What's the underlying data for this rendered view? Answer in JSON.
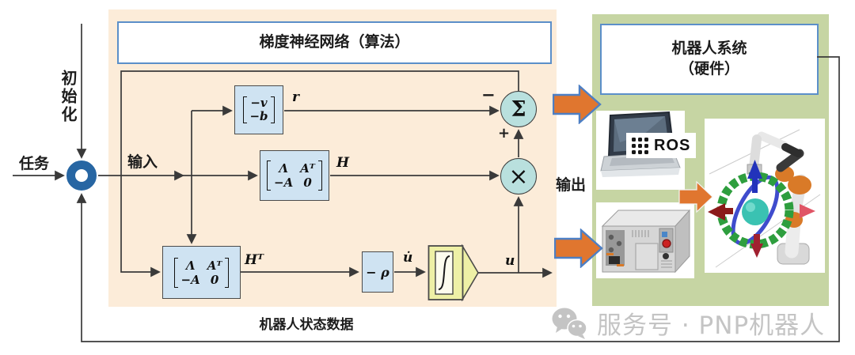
{
  "labels": {
    "init": "初始化",
    "task": "任务",
    "input": "输入",
    "output": "输出",
    "state_data": "机器人状态数据"
  },
  "algorithm": {
    "title": "梯度神经网络（算法）",
    "vb": {
      "r1": "−v",
      "r2": "−b",
      "out": "r"
    },
    "h": {
      "c11": "Λ",
      "c12": "Aᵀ",
      "c21": "−A",
      "c22": "0",
      "out": "H"
    },
    "ht": {
      "c11": "Λ",
      "c12": "Aᵀ",
      "c21": "−A",
      "c22": "0",
      "out": "Hᵀ"
    },
    "rho": {
      "text": "− ρ",
      "out": "u̇"
    },
    "sat_out": "u",
    "sum_symbol": "Σ",
    "mult_symbol": "×",
    "minus": "−",
    "plus": "+"
  },
  "hardware": {
    "title_line1": "机器人系统",
    "title_line2": "（硬件）",
    "ros_label": "ROS"
  },
  "watermark": {
    "text": "服务号 · PNP机器人"
  },
  "colors": {
    "peach": "#fcecd9",
    "green": "#c6d5a3",
    "block_blue": "#cfe3f2",
    "circle_teal": "#b9e0de",
    "sat_yellow": "#eef0a6",
    "arrow_orange": "#e0762f",
    "border_blue": "#5b8fc9",
    "node_blue": "#2766a3"
  }
}
